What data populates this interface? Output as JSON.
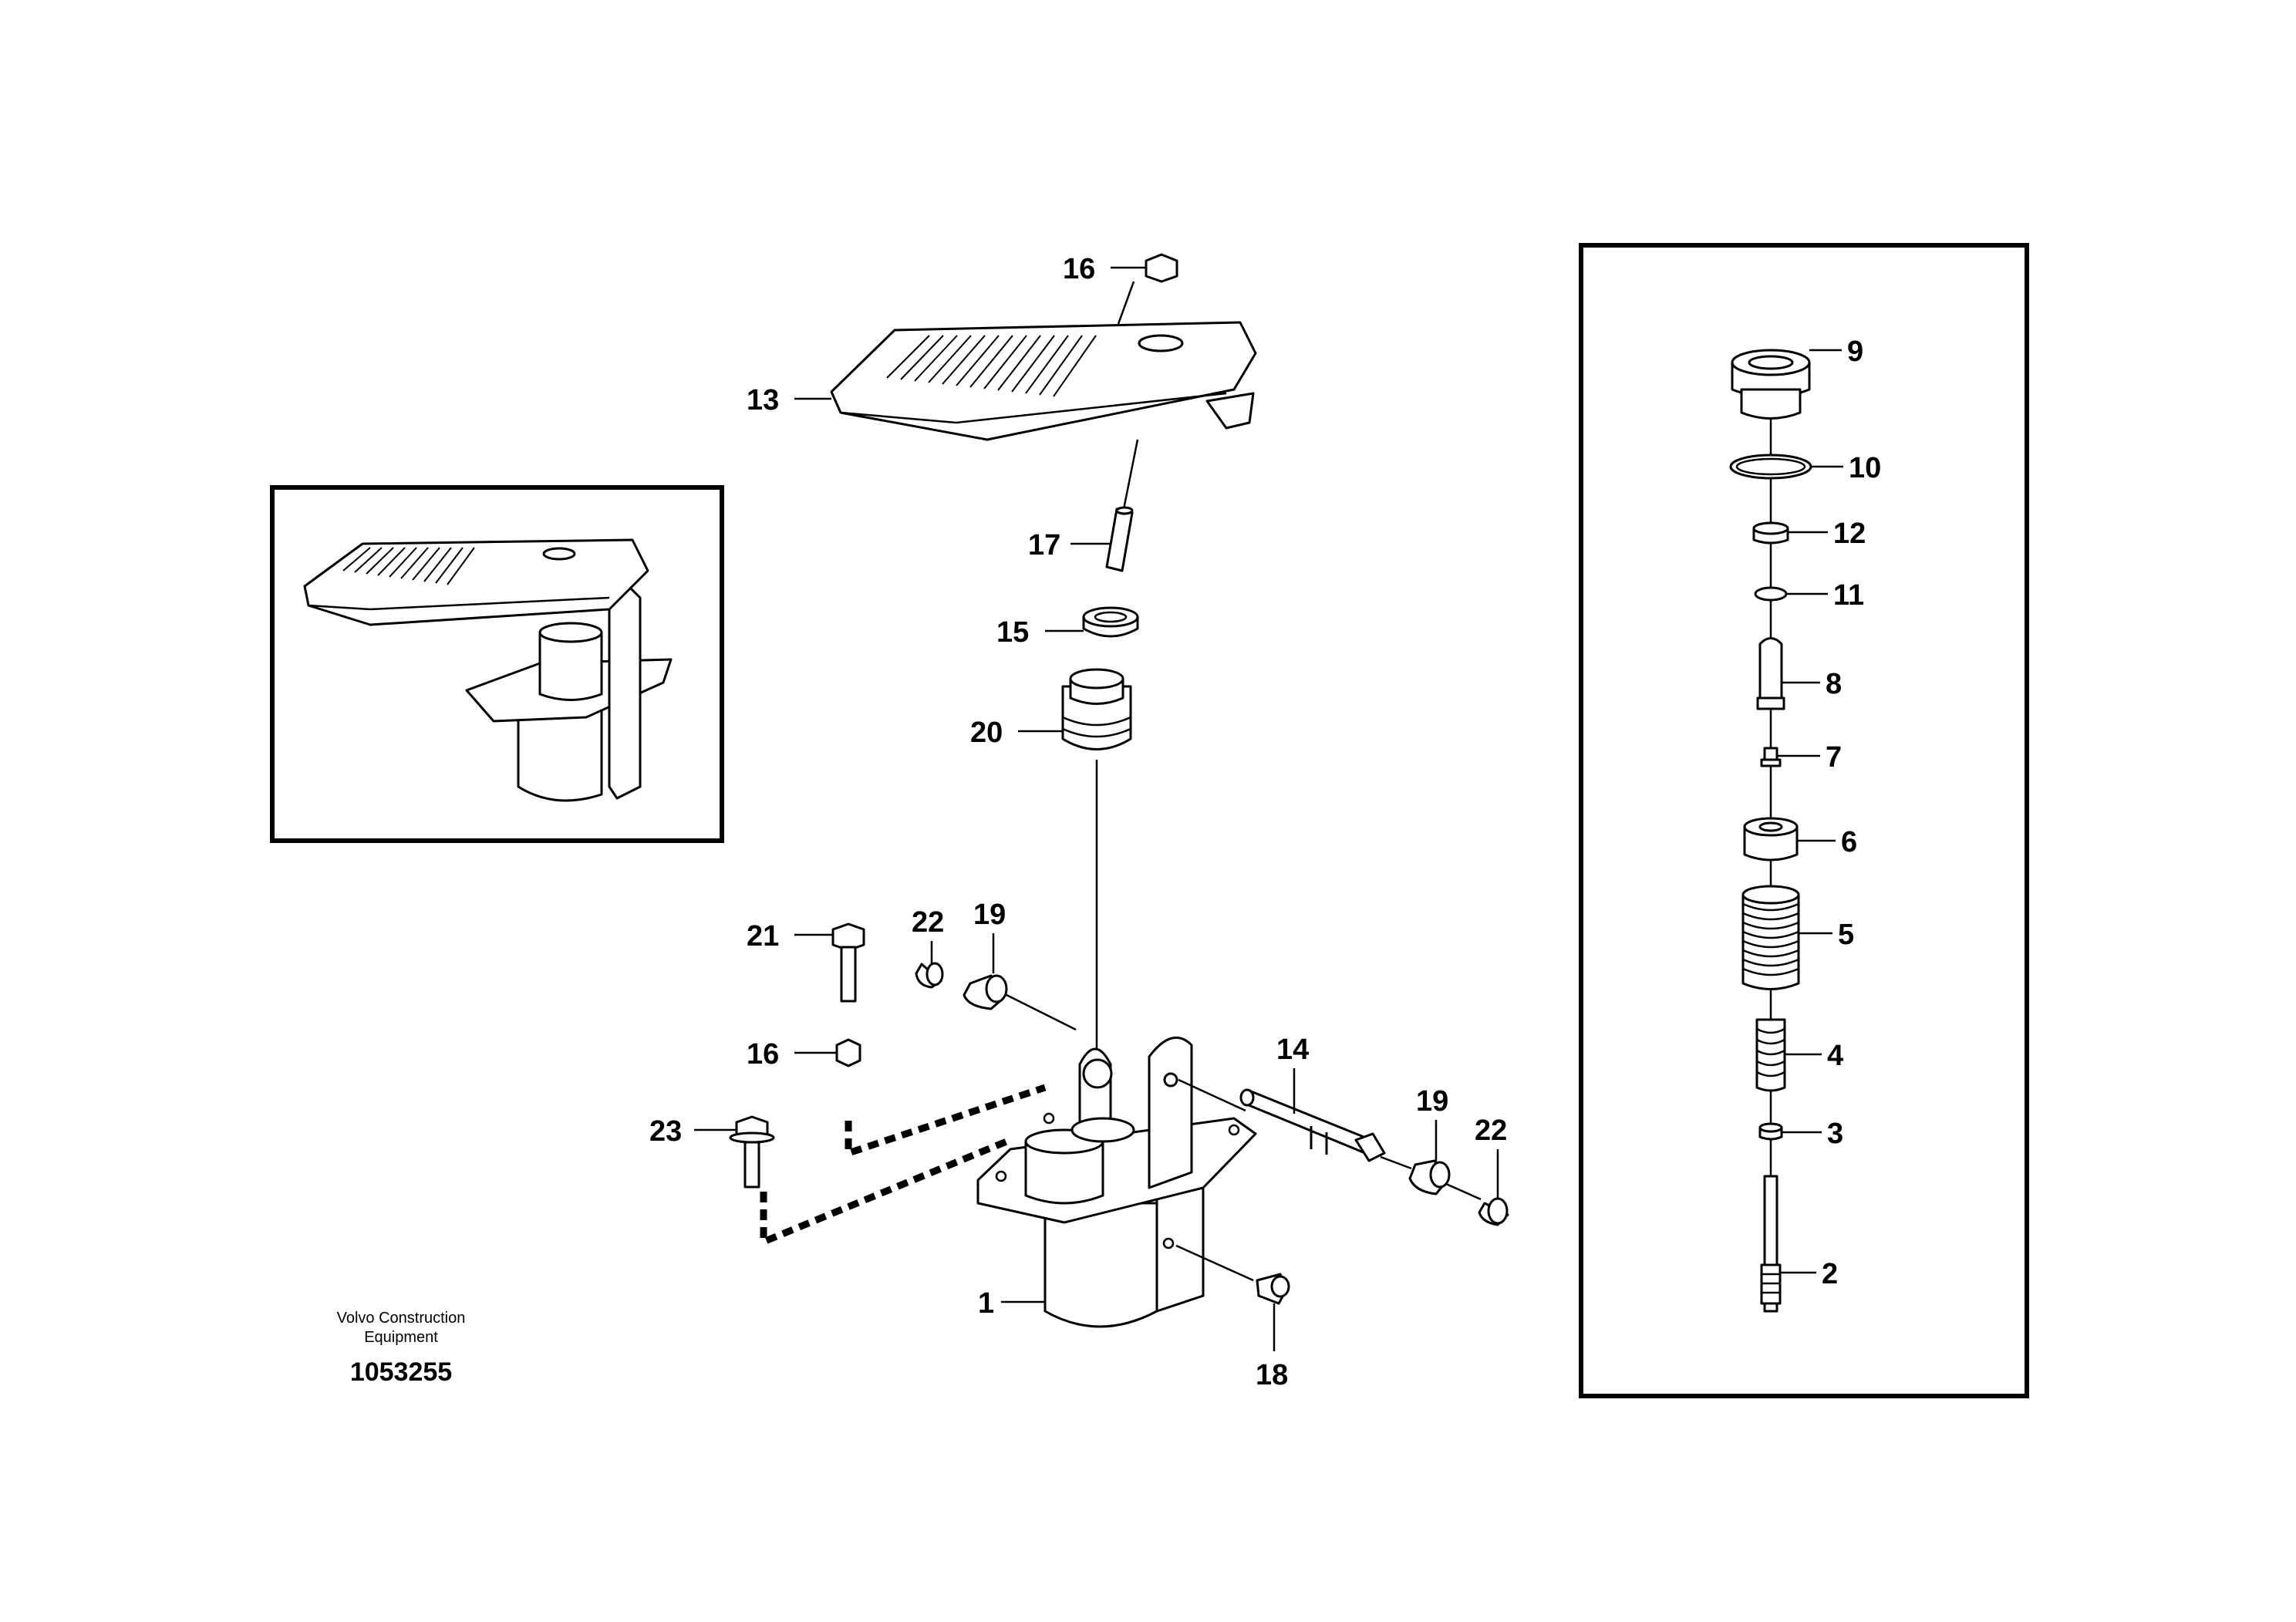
{
  "footer": {
    "company_line1": "Volvo Construction",
    "company_line2": "Equipment",
    "drawing_number": "1053255"
  },
  "labels": {
    "p1": "1",
    "p2": "2",
    "p3": "3",
    "p4": "4",
    "p5": "5",
    "p6": "6",
    "p7": "7",
    "p8": "8",
    "p9": "9",
    "p10": "10",
    "p11": "11",
    "p12": "12",
    "p13": "13",
    "p14": "14",
    "p15": "15",
    "p16a": "16",
    "p16b": "16",
    "p17": "17",
    "p18": "18",
    "p19a": "19",
    "p19b": "19",
    "p20": "20",
    "p21": "21",
    "p22a": "22",
    "p22b": "22",
    "p23": "23"
  }
}
